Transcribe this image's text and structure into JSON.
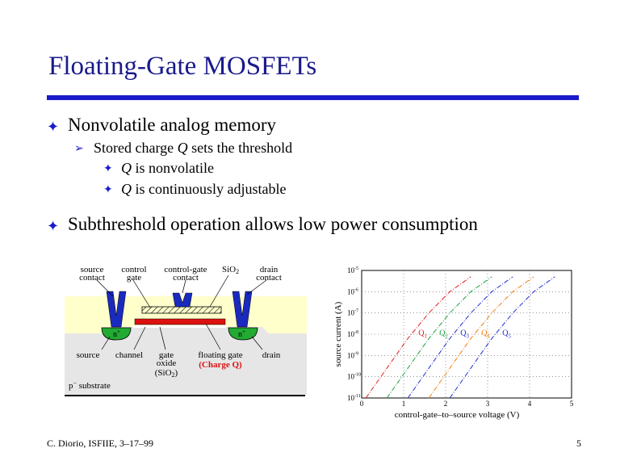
{
  "slide": {
    "title": "Floating-Gate MOSFETs",
    "bullets": [
      {
        "text": "Nonvolatile analog memory",
        "sub": {
          "text_pre": "Stored charge ",
          "text_var": "Q",
          "text_post": " sets the threshold",
          "items": [
            {
              "var": "Q",
              "text": " is nonvolatile"
            },
            {
              "var": "Q",
              "text": " is continuously adjustable"
            }
          ]
        }
      },
      {
        "text": "Subthreshold operation allows low power consumption"
      }
    ],
    "footer_left": "C. Diorio, ISFIIE, 3–17–99",
    "page_number": "5"
  },
  "diagram": {
    "top_labels": {
      "source_contact": [
        "source",
        "contact"
      ],
      "control_gate": [
        "control",
        "gate"
      ],
      "control_gate_contact": [
        "control-gate",
        "contact"
      ],
      "sio2": "SiO",
      "sio2_sub": "2",
      "drain_contact": [
        "drain",
        "contact"
      ]
    },
    "bottom_labels": {
      "source": "source",
      "channel": "channel",
      "gate_oxide": [
        "gate",
        "oxide",
        "(SiO",
        "2",
        ")"
      ],
      "floating_gate": "floating gate",
      "charge_q": "(Charge Q)",
      "drain": "drain",
      "substrate_p": "p",
      "substrate_sup": "−",
      "substrate": " substrate"
    },
    "n_plus": "n",
    "n_plus_sup": "+"
  },
  "chart_data": {
    "type": "line",
    "xlabel": "control-gate–to–source voltage (V)",
    "ylabel": "source current (A)",
    "xlim": [
      0,
      5
    ],
    "ylim": [
      -11,
      -5
    ],
    "y_log_scale": true,
    "x_ticks": [
      "0",
      "1",
      "2",
      "3",
      "4",
      "5"
    ],
    "y_ticks": [
      {
        "base": "10",
        "exp": "-5"
      },
      {
        "base": "10",
        "exp": "-6"
      },
      {
        "base": "10",
        "exp": "-7"
      },
      {
        "base": "10",
        "exp": "-8"
      },
      {
        "base": "10",
        "exp": "-9"
      },
      {
        "base": "10",
        "exp": "-10"
      },
      {
        "base": "10",
        "exp": "-11"
      }
    ],
    "grid": true,
    "series": [
      {
        "name": "Q",
        "sub": "1",
        "color": "#e02020",
        "x": [
          0.1,
          0.6,
          1.1,
          1.6,
          2.1,
          2.6
        ],
        "y": [
          -11,
          -9.6,
          -8.2,
          -7.0,
          -6.0,
          -5.3
        ]
      },
      {
        "name": "Q",
        "sub": "2",
        "color": "#20a040",
        "x": [
          0.6,
          1.1,
          1.6,
          2.1,
          2.6,
          3.1
        ],
        "y": [
          -11,
          -9.6,
          -8.2,
          -7.0,
          -6.0,
          -5.3
        ]
      },
      {
        "name": "Q",
        "sub": "3",
        "color": "#2030d0",
        "x": [
          1.1,
          1.6,
          2.1,
          2.6,
          3.1,
          3.6
        ],
        "y": [
          -11,
          -9.6,
          -8.2,
          -7.0,
          -6.0,
          -5.3
        ]
      },
      {
        "name": "Q",
        "sub": "4",
        "color": "#f08010",
        "x": [
          1.6,
          2.1,
          2.6,
          3.1,
          3.6,
          4.1
        ],
        "y": [
          -11,
          -9.6,
          -8.2,
          -7.0,
          -6.0,
          -5.3
        ]
      },
      {
        "name": "Q",
        "sub": "5",
        "color": "#2030d0",
        "x": [
          2.1,
          2.6,
          3.1,
          3.6,
          4.1,
          4.6
        ],
        "y": [
          -11,
          -9.6,
          -8.2,
          -7.0,
          -6.0,
          -5.3
        ]
      }
    ],
    "annotations": [
      "Q1",
      "Q2",
      "Q3",
      "Q4",
      "Q5"
    ]
  }
}
